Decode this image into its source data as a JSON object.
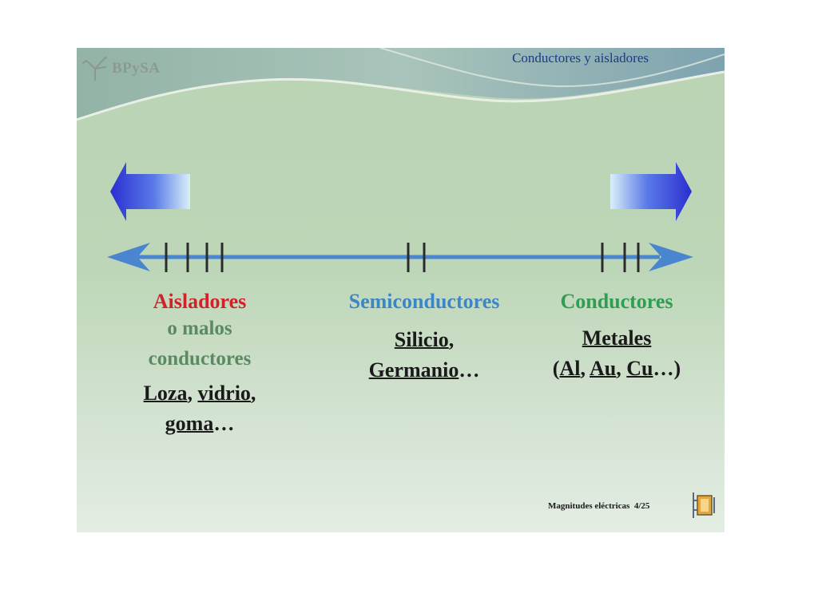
{
  "header": {
    "logo_text": "BPySA",
    "title": "Conductores y aisladores"
  },
  "columns": {
    "insulators": {
      "heading": "Aisladores",
      "sub_line1": "o malos",
      "sub_line2": "conductores",
      "examples": [
        "Loza",
        "vidrio",
        "goma"
      ],
      "heading_color": "#d0222a"
    },
    "semiconductors": {
      "heading": "Semiconductores",
      "examples": [
        "Silicio",
        "Germanio"
      ],
      "heading_color": "#3a86c8"
    },
    "conductors": {
      "heading": "Conductores",
      "examples_line1": "Metales",
      "examples_line2": [
        "Al",
        "Au",
        "Cu"
      ],
      "heading_color": "#2f9e52"
    }
  },
  "footer": {
    "text": "Magnitudes eléctricas",
    "page": "4/25"
  },
  "icons": {
    "logo": "tree-logo-icon",
    "left_arrow": "arrow-left-icon",
    "right_arrow": "arrow-right-icon",
    "footer": "circuit-icon"
  }
}
